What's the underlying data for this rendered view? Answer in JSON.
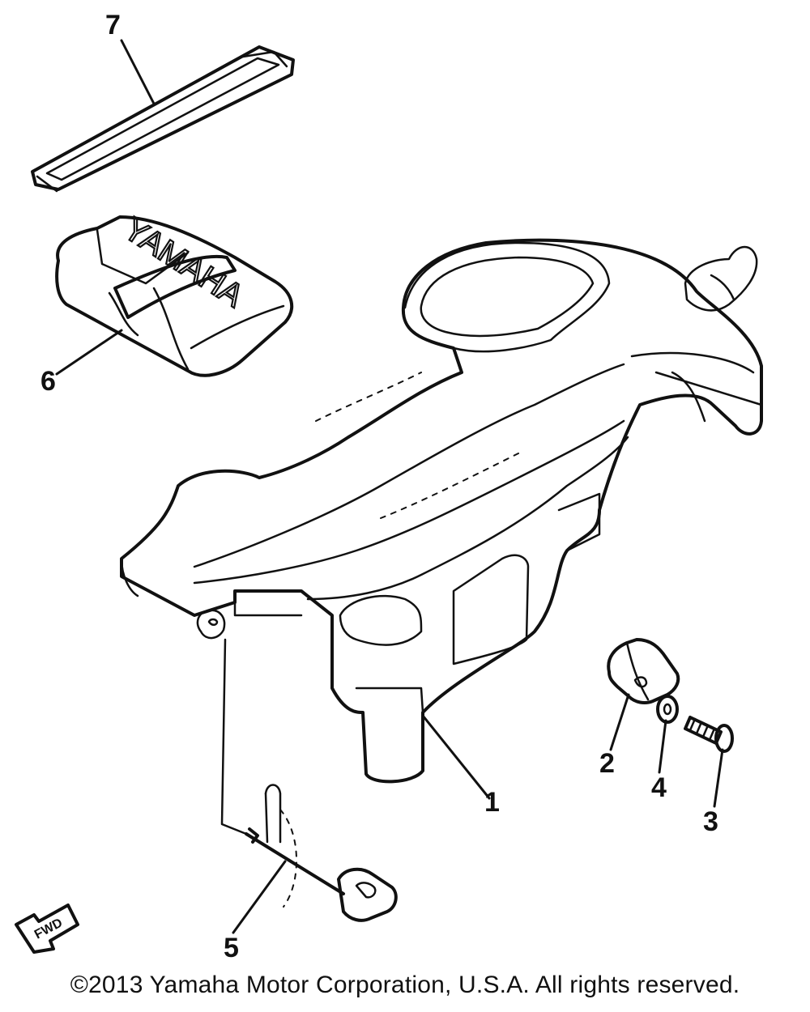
{
  "callouts": {
    "c1": "1",
    "c2": "2",
    "c3": "3",
    "c4": "4",
    "c5": "5",
    "c6": "6",
    "c7": "7"
  },
  "tool_bag_brand": "YAMAHA",
  "fwd_arrow_label": "FWD",
  "copyright": "©2013 Yamaha Motor Corporation, U.S.A. All rights reserved."
}
